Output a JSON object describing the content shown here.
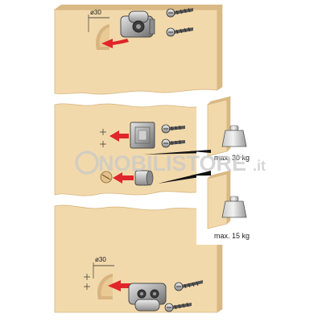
{
  "labels": {
    "diameter_top": "ø30",
    "diameter_bottom": "ø30",
    "weight_upper": "max. 30 kg",
    "weight_lower": "max. 15 kg"
  },
  "watermark": {
    "brand": "NOBILISTORE",
    "suffix": ".it"
  },
  "colors": {
    "panel": "#f2d9ab",
    "panel_edge": "#d9b985",
    "panel_shadow": "#d8b580",
    "hardware": "#b8b8b8",
    "hardware_dark": "#6a6a6a",
    "arrow": "#e0262a",
    "wedge": "#111111",
    "watermark": "#c9c9c9"
  }
}
